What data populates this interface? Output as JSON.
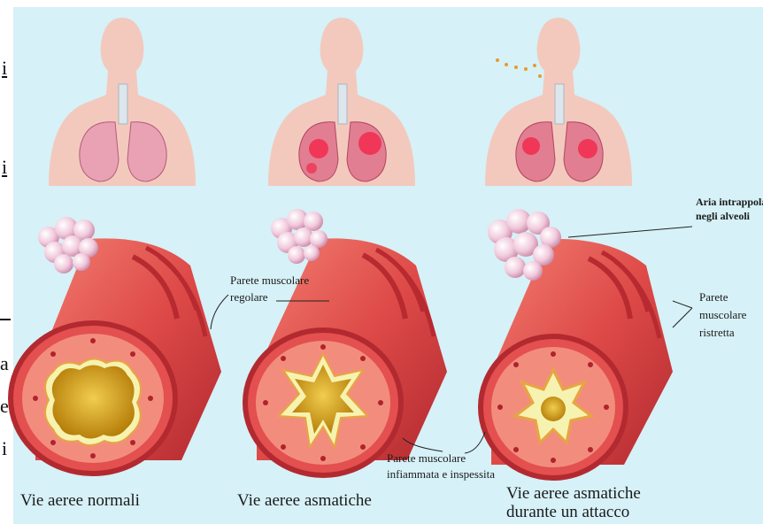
{
  "edge_text": [
    "i",
    "i",
    "a",
    "e",
    "i"
  ],
  "labels": {
    "normal": "Vie aeree normali",
    "asthmatic": "Vie aeree asmatiche",
    "attack_line1": "Vie aeree asmatiche",
    "attack_line2": "durante un attacco"
  },
  "annotations": {
    "regular_wall_line1": "Parete muscolare",
    "regular_wall_line2": "regolare",
    "trapped_air_line1": "Aria intrappolata",
    "trapped_air_line2": "negli alveoli",
    "narrowed_wall_line1": "Parete",
    "narrowed_wall_line2": "muscolare",
    "narrowed_wall_line3": "ristretta",
    "inflamed_wall_line1": "Parete muscolare",
    "inflamed_wall_line2": "infiammata e inspessita"
  },
  "colors": {
    "background": "#d6f1f7",
    "skin": "#f3c9be",
    "lung": "#e8a2b4",
    "inflamed": "#f22a4c",
    "airway": "#e0484a",
    "mucus": "#f6f3b0"
  }
}
